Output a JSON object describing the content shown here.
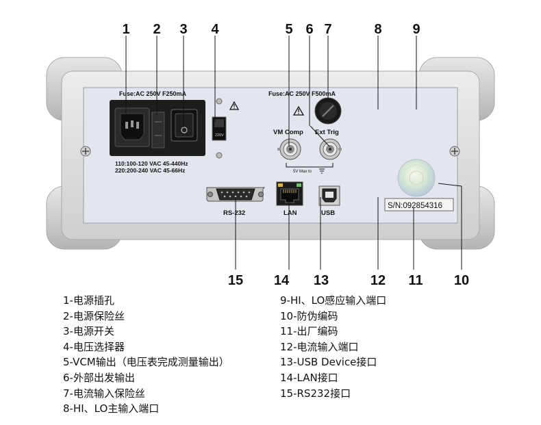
{
  "callouts": {
    "top": [
      "1",
      "2",
      "3",
      "4",
      "5",
      "6",
      "7",
      "8",
      "9"
    ],
    "bottom": [
      "15",
      "14",
      "13",
      "12",
      "11",
      "10"
    ]
  },
  "panel": {
    "fuse_label_left": "Fuse:AC 250V F250mA",
    "voltage_line1": "110:100-120 VAC  45-440Hz",
    "voltage_line2": "220:200-240 VAC  45-66Hz",
    "selector_label": "220V",
    "fuse_label_right": "Fuse:AC 250V F500mA",
    "vm_comp_label": "VM Comp",
    "ext_trig_label": "Ext Trig",
    "bnc_note": "5V Max to",
    "rs232_label": "RS-232",
    "lan_label": "LAN",
    "usb_label": "USB",
    "serial": "S/N:092854316"
  },
  "legend": {
    "left": [
      "1-电源插孔",
      "2-电源保险丝",
      "3-电源开关",
      "4-电压选择器",
      "5-VCM输出（电压表完成测量输出）",
      "6-外部出发输出",
      "7-电流输入保险丝",
      "8-HI、LO主输入端口"
    ],
    "right": [
      "9-HI、LO感应输入端口",
      "10-防伪编码",
      "11-出厂编码",
      "12-电流输入端口",
      "13-USB Device接口",
      "14-LAN接口",
      "15-RS232接口"
    ]
  },
  "colors": {
    "panel": "#e4e6ed",
    "frame": "#dcdcdc",
    "bumper": "#c8c8c8",
    "callout_line": "#111111"
  }
}
